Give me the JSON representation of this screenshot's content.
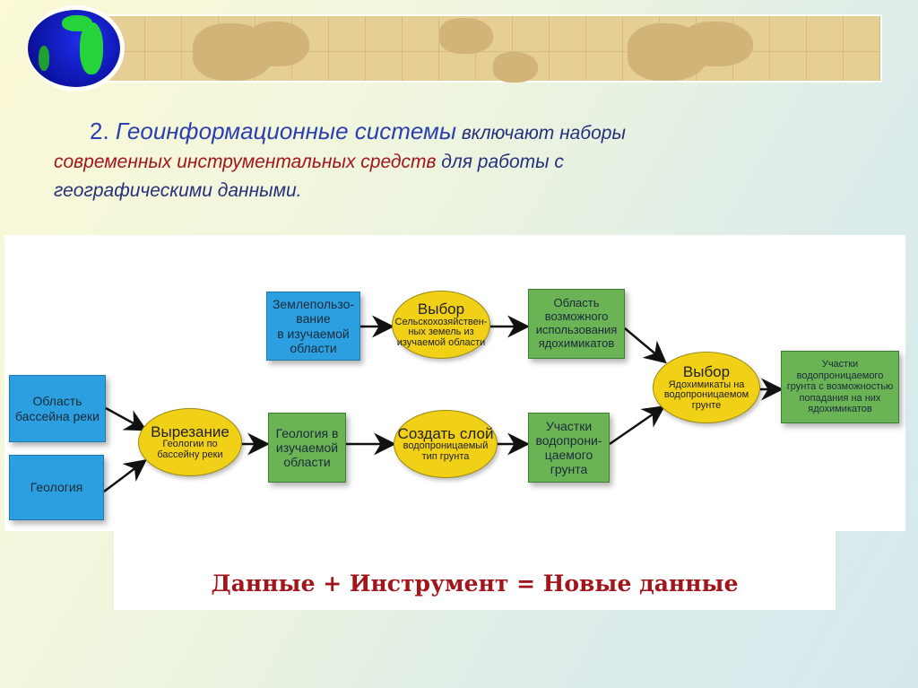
{
  "title": {
    "number_part": "2. ",
    "main": "Геоинформационные системы",
    "p1": " включают наборы",
    "red": "современных инструментальных средств",
    "p2": " для работы с",
    "p3": "географическими данными."
  },
  "diagram": {
    "area_basin": "Область бассейна реки",
    "geology": "Геология",
    "land_use": "Землепользо-\nвание\nв изучаемой\nобласти",
    "cut": {
      "head": "Вырезание",
      "sub": "Геологии по бассейну реки"
    },
    "geology_area": "Геология в изучаемой области",
    "create_layer": {
      "head": "Создать слой",
      "sub": "водопроницаемый тип грунта"
    },
    "permeable_sites": "Участки водопрони-\nцаемого грунта",
    "select_agri": {
      "head": "Выбор",
      "sub": "Сельскохозяйствен-ных земель из изучаемой области"
    },
    "possible_area": "Область возможного использования ядохимикатов",
    "select_chem": {
      "head": "Выбор",
      "sub": "Ядохимикаты на водопроницаемом грунте"
    },
    "result": "Участки водопроницаемого грунта с возможностью попадания на них ядохимикатов"
  },
  "formula": "Данные + Инструмент = Новые данные"
}
